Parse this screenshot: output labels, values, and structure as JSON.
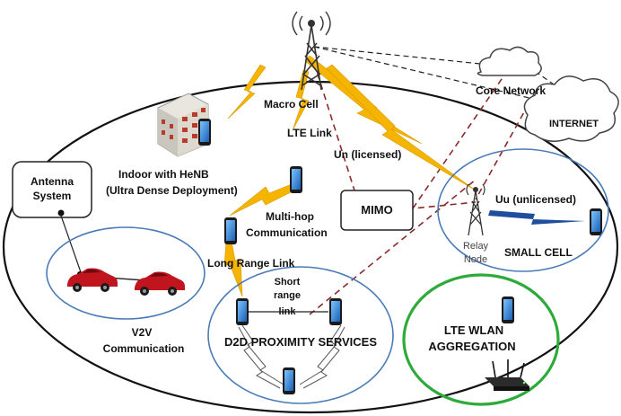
{
  "labels": {
    "macro_cell": "Macro Cell",
    "core_network": "Core Network",
    "internet": "INTERNET",
    "lte_link": "LTE Link",
    "un_licensed": "Un (licensed)",
    "antenna_system_line1": "Antenna",
    "antenna_system_line2": "System",
    "indoor_henb_line1": "Indoor with HeNB",
    "indoor_henb_line2": "(Ultra Dense Deployment)",
    "mimo": "MIMO",
    "uu_unlicensed": "Uu (unlicensed)",
    "relay_node_line1": "Relay",
    "relay_node_line2": "Node",
    "small_cell": "SMALL CELL",
    "multi_hop_line1": "Multi-hop",
    "multi_hop_line2": "Communication",
    "long_range_link": "Long Range Link",
    "short_range_line1": "Short",
    "short_range_line2": "range",
    "short_range_line3": "link",
    "v2v_line1": "V2V",
    "v2v_line2": "Communication",
    "d2d": "D2D PROXIMITY SERVICES",
    "lte_wlan_line1": "LTE WLAN",
    "lte_wlan_line2": "AGGREGATION"
  },
  "colors": {
    "lightning": "#f5b400",
    "licensed_link": "#8b2a2a",
    "unlicensed_link": "#1f4e9c",
    "cell_outline": "#4a7bb7",
    "wlan_outline": "#2eaa3a",
    "phone_blue": "#2a7fd4",
    "car_red": "#c0151f"
  }
}
